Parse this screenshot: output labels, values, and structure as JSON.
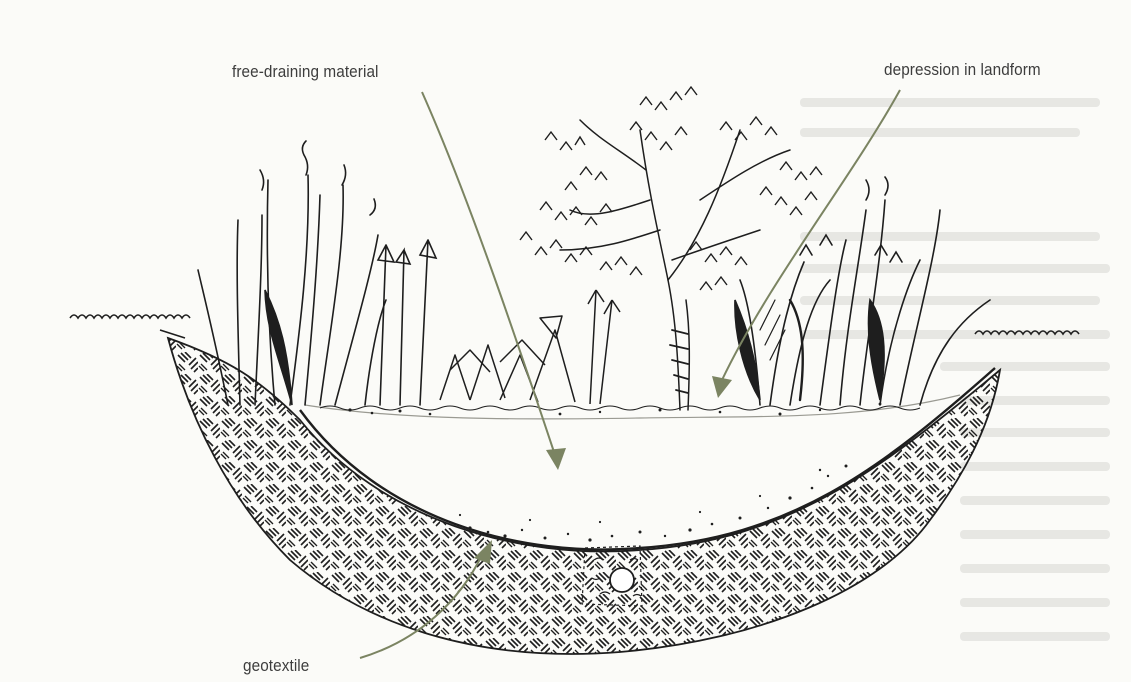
{
  "labels": {
    "free_draining": "free-draining material",
    "depression": "depression in landform",
    "geotextile": "geotextile"
  },
  "colors": {
    "ink": "#1e1e1e",
    "leader": "#7b8462",
    "paper": "#fbfbf8",
    "bleed": "#d8d8d4"
  },
  "icons": {
    "drain_pipe": "circle"
  }
}
